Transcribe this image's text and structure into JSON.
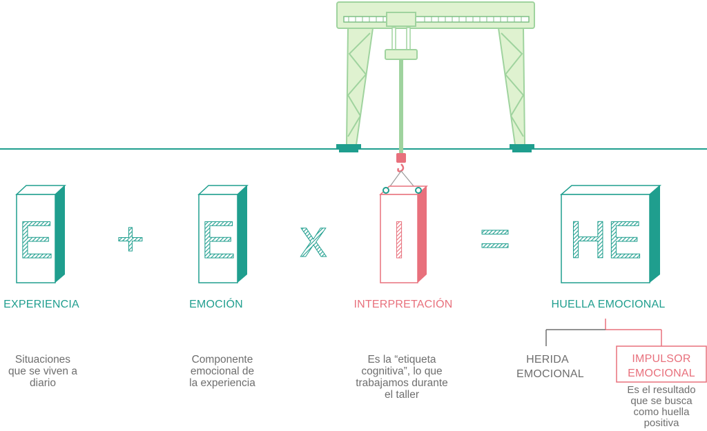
{
  "colors": {
    "teal": "#1f9e8e",
    "teal_light": "#dff2d0",
    "teal_stroke": "#9fd39e",
    "pink": "#e8707c",
    "gray": "#6e6e6e"
  },
  "formula": {
    "block1_letter": "E",
    "op_plus": "+",
    "block2_letter": "E",
    "op_times": "x",
    "block3_letter": "I",
    "op_equals": "=",
    "block4_letter": "HE"
  },
  "labels": {
    "experiencia": "EXPERIENCIA",
    "emocion": "EMOCIÓN",
    "interpretacion": "INTERPRETACIÓN",
    "huella": "HUELLA EMOCIONAL"
  },
  "descriptions": {
    "experiencia": [
      "Situaciones",
      "que se viven a",
      "diario"
    ],
    "emocion": [
      "Componente",
      "emocional de",
      "la experiencia"
    ],
    "interpretacion": [
      "Es la “etiqueta",
      "cognitiva”, lo que",
      "trabajamos durante",
      "el taller"
    ]
  },
  "branches": {
    "herida": [
      "HERIDA",
      "EMOCIONAL"
    ],
    "impulsor": [
      "IMPULSOR",
      "EMOCIONAL"
    ],
    "impulsor_desc": [
      "Es el resultado",
      "que se busca",
      "como huella",
      "positiva"
    ]
  }
}
